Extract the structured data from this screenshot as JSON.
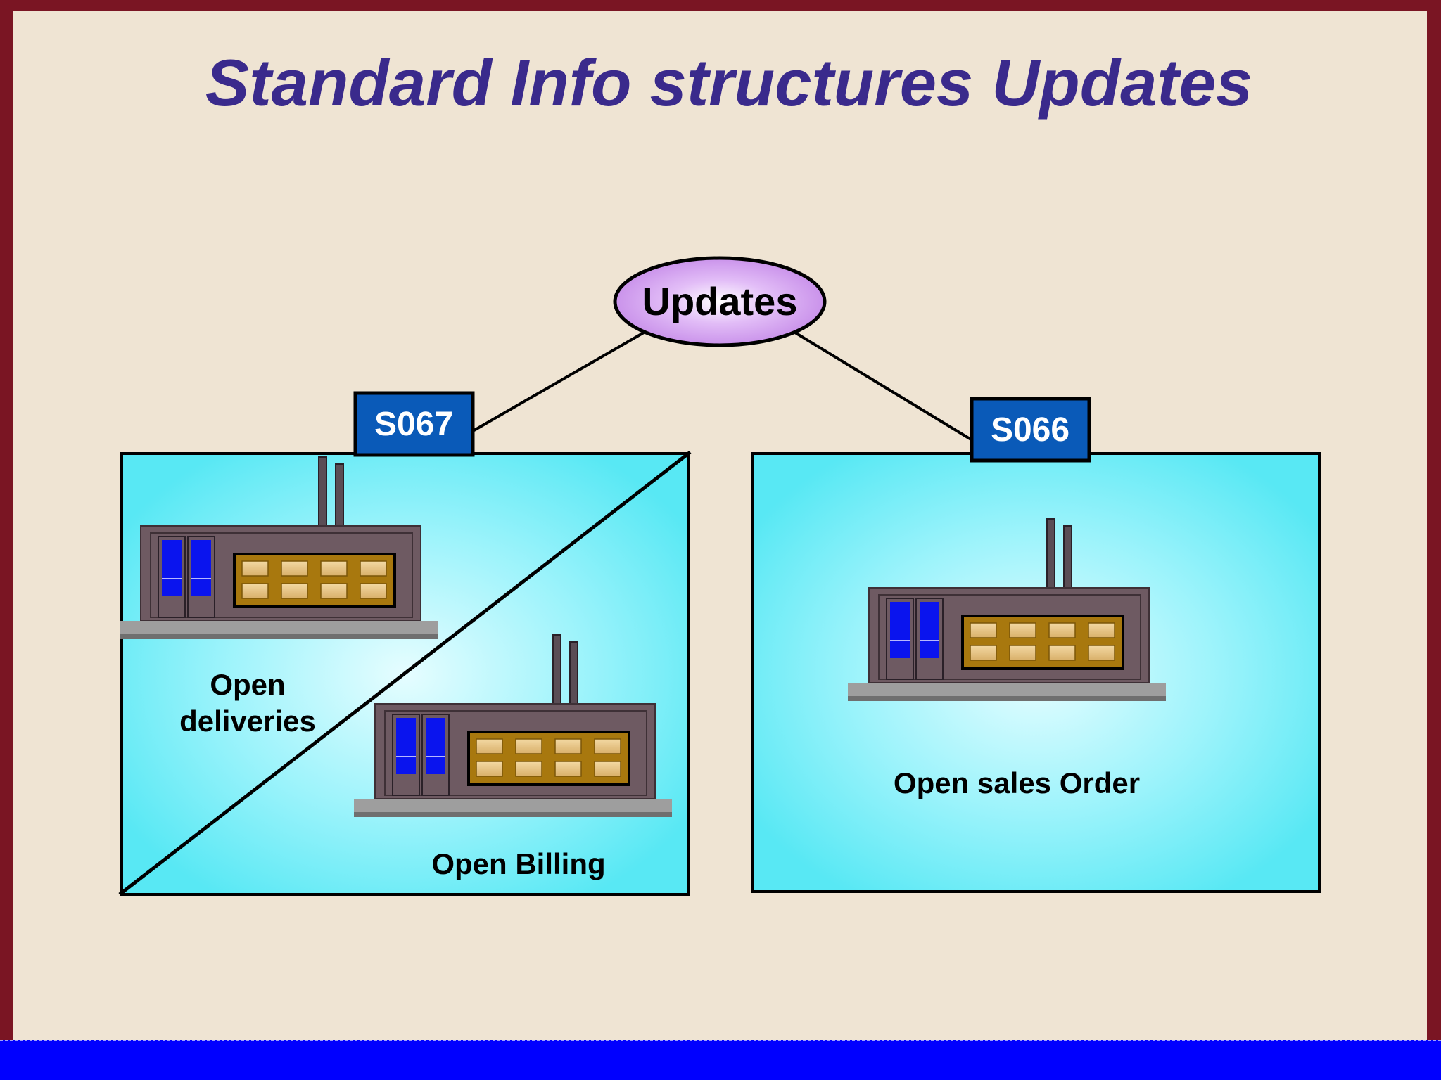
{
  "slide": {
    "title": "Standard Info structures Updates"
  },
  "diagram": {
    "root": {
      "label": "Updates"
    },
    "left_box": {
      "tag": "S067",
      "upper_label_line1": "Open",
      "upper_label_line2": "deliveries",
      "lower_label": "Open Billing"
    },
    "right_box": {
      "tag": "S066",
      "label": "Open sales Order"
    }
  },
  "colors": {
    "frame": "#7a1523",
    "background": "#efe4d3",
    "title": "#3a2a8c",
    "tag_fill": "#0a5ab8",
    "box_fill": "#5de9f5",
    "ellipse_fill": "#c98cf0",
    "footer_bar": "#0000ff"
  }
}
